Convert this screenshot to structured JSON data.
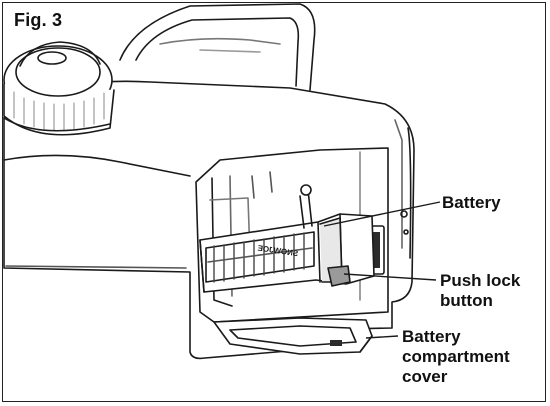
{
  "figure": {
    "title": "Fig. 3"
  },
  "callouts": {
    "battery": "Battery",
    "push_lock_line1": "Push lock",
    "push_lock_line2": "button",
    "cover_line1": "Battery",
    "cover_line2": "compartment",
    "cover_line3": "cover"
  },
  "battery_brand_mark": "SNOWJOE",
  "colors": {
    "line": "#1a1a1a",
    "fill": "#ffffff",
    "shade": "#9a9a9a",
    "dark": "#2b2b2b"
  }
}
